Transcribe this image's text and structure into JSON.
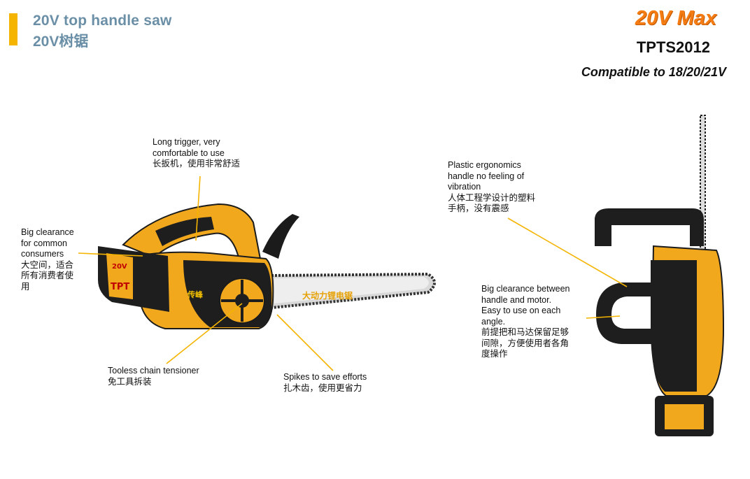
{
  "header": {
    "title_en": "20V top handle saw",
    "title_cn": "20V树锯",
    "voltage_badge": "20V Max",
    "model": "TPTS2012",
    "compatibility": "Compatible to 18/20/21V"
  },
  "callouts": {
    "trigger": [
      "Long trigger, very",
      "comfortable to use",
      "长扳机，使用非常舒适"
    ],
    "clearance": [
      "Big clearance",
      "for common",
      "consumers",
      "大空间，适合",
      "所有消费者使",
      "用"
    ],
    "tensioner": [
      "Tooless chain tensioner",
      "免工具拆装"
    ],
    "spikes": [
      "Spikes to save efforts",
      "扎木齿，使用更省力"
    ],
    "handle": [
      "Plastic ergonomics",
      "handle no feeling of",
      "vibration",
      "人体工程学设计的塑料",
      "手柄，没有震感"
    ],
    "motor_clearance": [
      "Big clearance between",
      "handle and motor.",
      "Easy to use on each",
      "angle.",
      "前提把和马达保留足够",
      "间隙，方便使用者各角",
      "度操作"
    ]
  },
  "product_labels": {
    "battery_brand": "TPT",
    "battery_voltage": "20V",
    "body_brand_cn": "传峰",
    "bar_label_cn": "大动力锂电锯"
  },
  "colors": {
    "accent": "#f5b400",
    "title": "#6a8fa6",
    "badge": "#f47c12",
    "body_yellow": "#f2a81d",
    "leader": "#f5b400"
  }
}
